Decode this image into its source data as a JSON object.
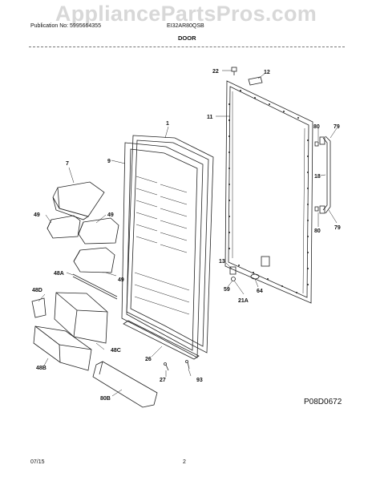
{
  "watermark": "AppliancePartsPros.com",
  "header": {
    "publication": "Publication No: 5995664355",
    "model": "EI32AR80QSB",
    "section": "DOOR"
  },
  "callouts": {
    "c1": "1",
    "c7": "7",
    "c9": "9",
    "c11": "11",
    "c12": "12",
    "c13": "13",
    "c18": "18",
    "c21a": "21A",
    "c22": "22",
    "c26": "26",
    "c27": "27",
    "c48a": "48A",
    "c48b": "48B",
    "c48c": "48C",
    "c48d": "48D",
    "c49a": "49",
    "c49b": "49",
    "c49c": "49",
    "c59": "59",
    "c64": "64",
    "c79a": "79",
    "c79b": "79",
    "c80a": "80",
    "c80b": "80",
    "c80c": "80B",
    "c93": "93"
  },
  "diagram_code": "P08D0672",
  "footer": {
    "date": "07/15",
    "page": "2"
  }
}
